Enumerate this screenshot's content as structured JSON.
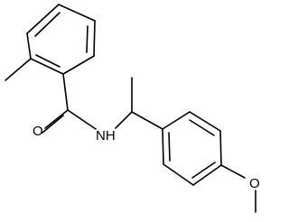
{
  "molecule": {
    "atoms": {
      "oxygen_carbonyl": "O",
      "nitrogen": "NH",
      "oxygen_ether": "O"
    },
    "colors": {
      "bond": "#000000",
      "text": "#000000",
      "background": "#ffffff"
    }
  }
}
